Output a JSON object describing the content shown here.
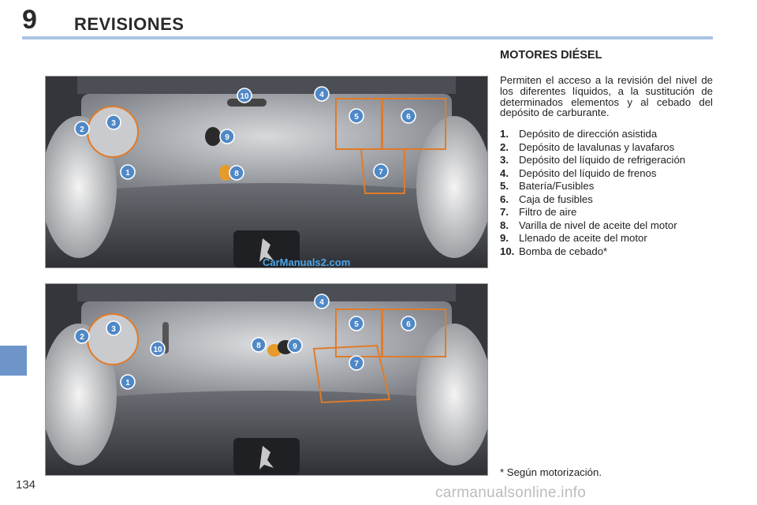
{
  "header": {
    "chapter_number": "9",
    "chapter_title": "REVISIONES"
  },
  "section": {
    "title": "MOTORES DIÉSEL",
    "intro": "Permiten el acceso a la revisión del nivel de los diferentes líquidos, a la sustitución de determinados elementos y al cebado del depósito de carburante."
  },
  "legend": [
    {
      "num": "1.",
      "text": "Depósito de dirección asistida"
    },
    {
      "num": "2.",
      "text": "Depósito de lavalunas y lavafaros"
    },
    {
      "num": "3.",
      "text": "Depósito del líquido de refrigeración"
    },
    {
      "num": "4.",
      "text": "Depósito del líquido de frenos"
    },
    {
      "num": "5.",
      "text": "Batería/Fusibles"
    },
    {
      "num": "6.",
      "text": "Caja de fusibles"
    },
    {
      "num": "7.",
      "text": "Filtro de aire"
    },
    {
      "num": "8.",
      "text": "Varilla de nivel de aceite del motor"
    },
    {
      "num": "9.",
      "text": "Llenado de aceite del motor"
    },
    {
      "num": "10.",
      "text": "Bomba de cebado*"
    }
  ],
  "footnote": "* Según motorización.",
  "page_number": "134",
  "callouts": {
    "c1": "1",
    "c2": "2",
    "c3": "3",
    "c4": "4",
    "c5": "5",
    "c6": "6",
    "c7": "7",
    "c8": "8",
    "c9": "9",
    "c10": "10"
  },
  "watermarks": {
    "top_image": "CarManuals2.com",
    "page": "carmanualsonline.info"
  },
  "colors": {
    "accent": "#6e95c9",
    "rule": "#a9c3e3",
    "callout": "#4f88c6",
    "outline": "#e07b2a"
  }
}
